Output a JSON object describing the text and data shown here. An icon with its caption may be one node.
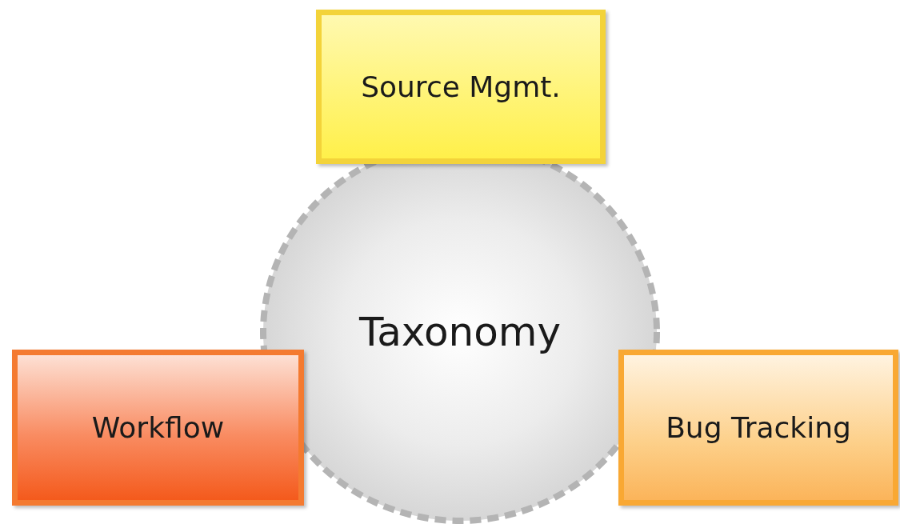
{
  "diagram": {
    "nodes": [
      {
        "text": [
          "Source Mgmt."
        ]
      },
      {
        "text": [
          "Taxonomy"
        ]
      },
      {
        "text": [
          "Workflow"
        ]
      },
      {
        "text": [
          "Bug Tracking"
        ]
      }
    ]
  }
}
